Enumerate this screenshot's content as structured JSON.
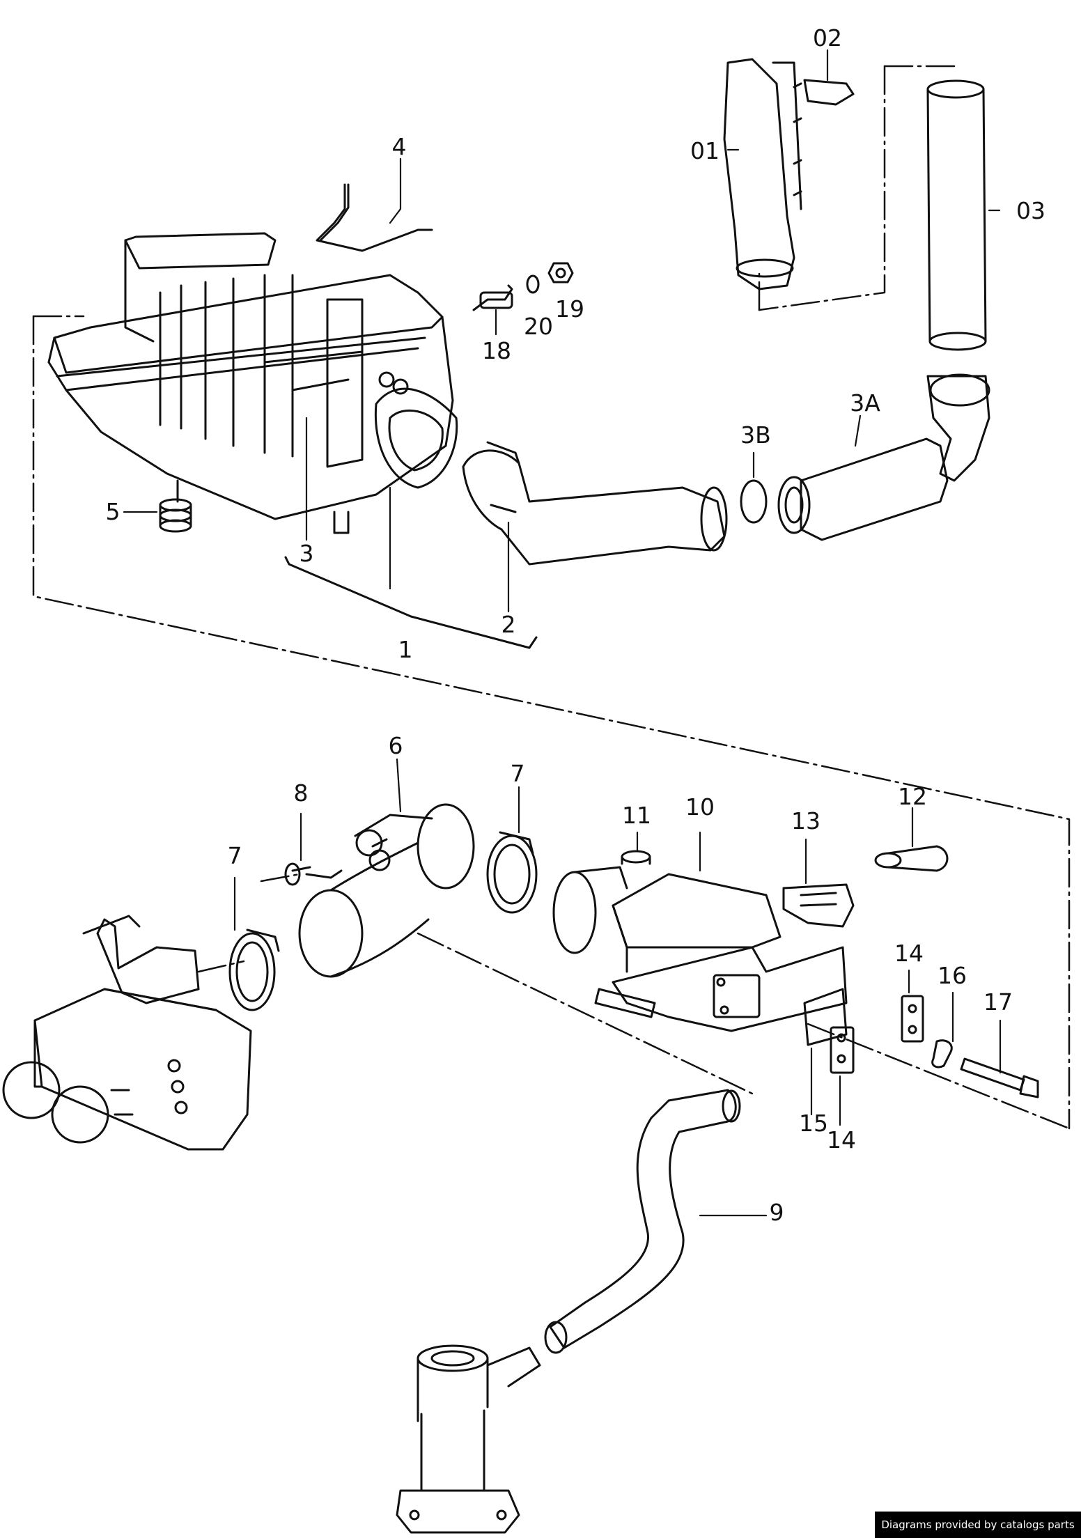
{
  "callouts": {
    "c01": "01",
    "c02": "02",
    "c03": "03",
    "c1": "1",
    "c2": "2",
    "c3": "3",
    "c3A": "3A",
    "c3B": "3B",
    "c4": "4",
    "c5": "5",
    "c6": "6",
    "c7a": "7",
    "c7b": "7",
    "c8": "8",
    "c9": "9",
    "c10": "10",
    "c11": "11",
    "c12": "12",
    "c13": "13",
    "c14a": "14",
    "c14b": "14",
    "c15": "15",
    "c16": "16",
    "c17": "17",
    "c18": "18",
    "c19": "19",
    "c20": "20"
  },
  "footer": {
    "credit": "Diagrams provided by catalogs parts"
  }
}
